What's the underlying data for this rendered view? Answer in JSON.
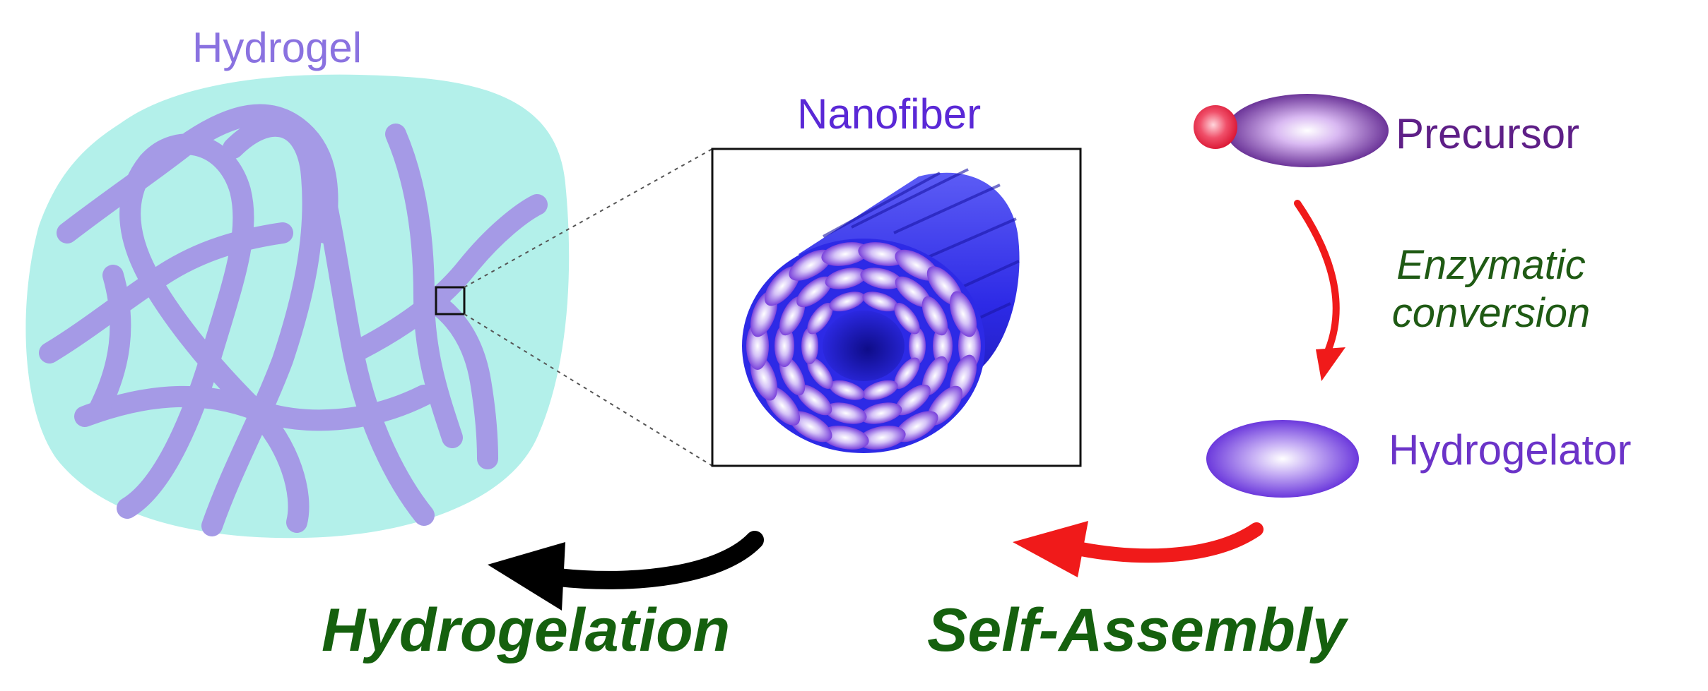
{
  "labels": {
    "hydrogel": "Hydrogel",
    "nanofiber": "Nanofiber",
    "precursor": "Precursor",
    "enzymatic_conversion": "Enzymatic conversion",
    "hydrogelator": "Hydrogelator",
    "hydrogelation": "Hydrogelation",
    "self_assembly": "Self-Assembly"
  },
  "colors": {
    "gel_background": "#b3f0ea",
    "fiber_network": "#a59ae6",
    "nanofiber_body": "#2d2ae6",
    "molecule_purple": "#6a2bd6",
    "phosphate_red": "#f0284a",
    "arrow_red": "#f01a1a",
    "arrow_black": "#000000",
    "text_green": "#15600e"
  }
}
